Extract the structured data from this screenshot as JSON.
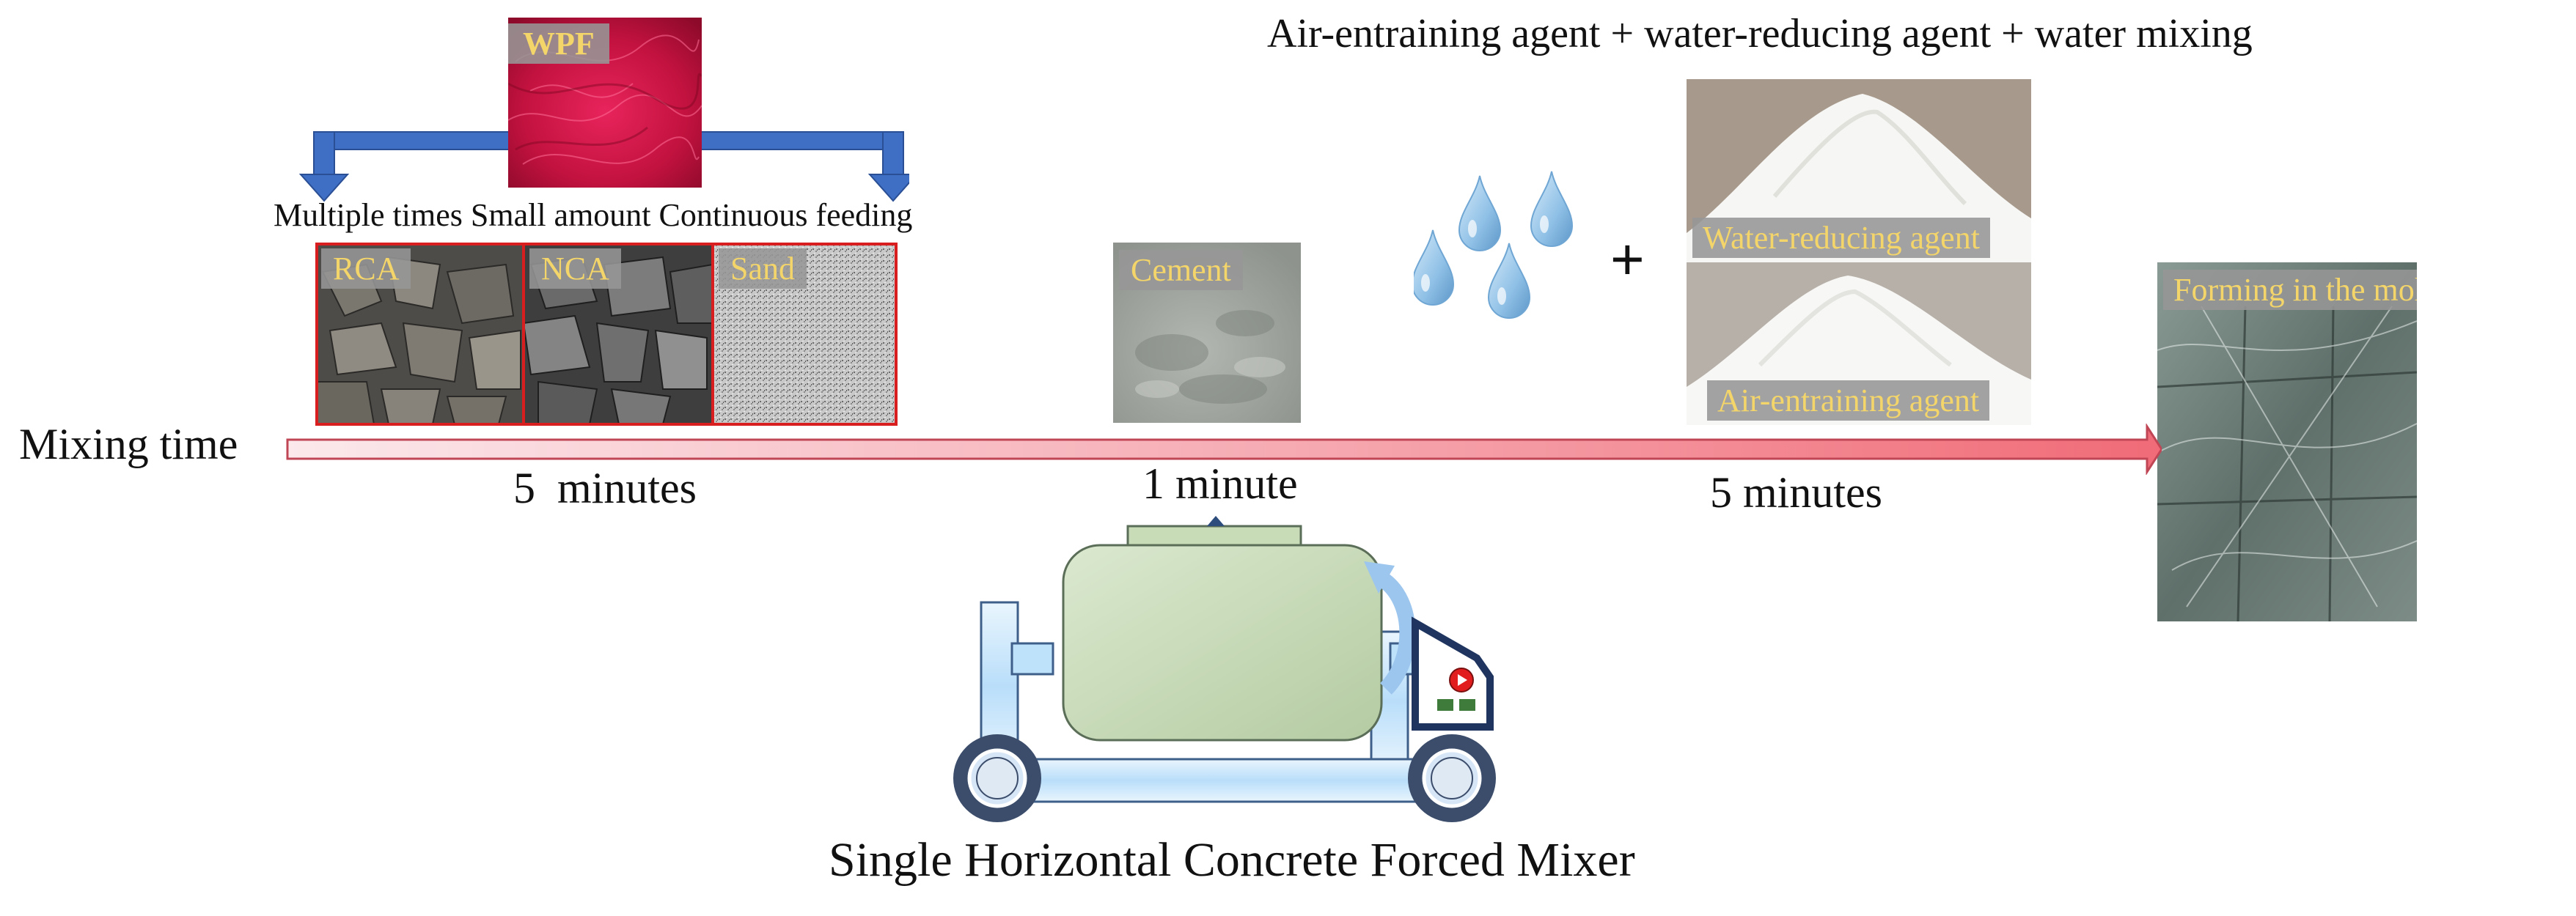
{
  "top_caption": "Air-entraining agent + water-reducing agent + water mixing",
  "wpf_label": "WPF",
  "feeding_note": "Multiple times Small amount Continuous feeding",
  "aggregates": [
    {
      "label": "RCA"
    },
    {
      "label": "NCA"
    },
    {
      "label": "Sand"
    }
  ],
  "cement_label": "Cement",
  "plus_sign": "+",
  "water_reducing_label": "Water-reducing agent",
  "air_entraining_label": "Air-entraining agent",
  "mold_label": "Forming in the mold",
  "axis_label": "Mixing time",
  "durations": [
    "5  minutes",
    "1 minute",
    "5 minutes"
  ],
  "mixer_caption": "Single Horizontal Concrete Forced Mixer",
  "colors": {
    "feed_arrow": "#3f6fc4",
    "aggregate_frame": "#d81e1e",
    "tag_text": "#f4d56a",
    "tag_background": "#969696",
    "timeline_start": "#fbe9ec",
    "timeline_end": "#f06b77",
    "mixer_drum": "#c8dcb8",
    "mixer_frame": "#cde8fb",
    "water_drop": "#8fc0e6"
  },
  "icons": [
    "down-arrow-icon",
    "water-drop-icon",
    "play-icon",
    "mixer-icon"
  ]
}
